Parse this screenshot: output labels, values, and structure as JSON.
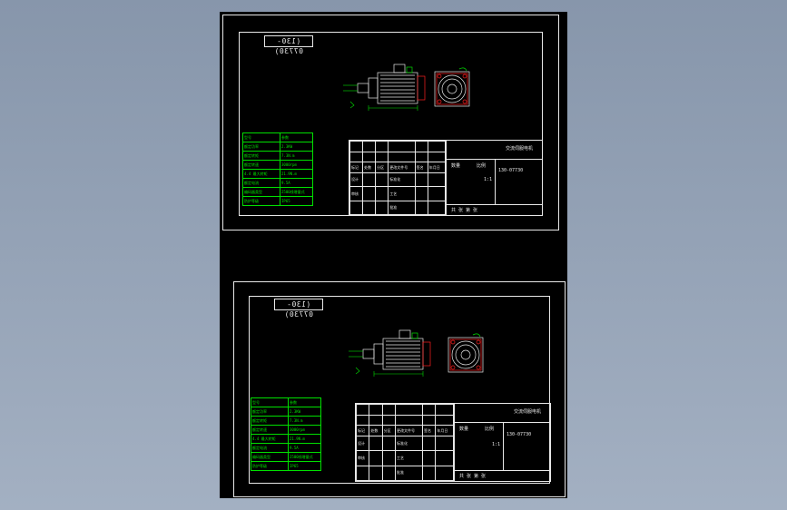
{
  "drawings": [
    {
      "title": "(130-07730)",
      "spec": [
        {
          "k": "型号",
          "v": "参数"
        },
        {
          "k": "额定功率",
          "v": "2.3KW"
        },
        {
          "k": "额定转矩",
          "v": "7.3N.m"
        },
        {
          "k": "额定转速",
          "v": "3000rpm"
        },
        {
          "k": "4.4 最大转矩",
          "v": "21.9N.m"
        },
        {
          "k": "额定电流",
          "v": "9.5A"
        },
        {
          "k": "编码器类型",
          "v": "2500线增量式"
        },
        {
          "k": "防护等级",
          "v": "IP65"
        }
      ],
      "tb": {
        "name": "交流伺服电机",
        "code": "130-07730",
        "count_label": "数量",
        "ratio_label": "比例",
        "ratio": "1:1",
        "heading_row": [
          "标记",
          "处数",
          "分区",
          "更改文件号",
          "签名",
          "年月日"
        ],
        "row_design": [
          "设计",
          "标准化"
        ],
        "row_check": "审核",
        "row_process": "工艺",
        "row_approve": "批准",
        "sheet_note": "共 张 第 张"
      }
    },
    {
      "title": "(130-07730)",
      "spec": [
        {
          "k": "型号",
          "v": "参数"
        },
        {
          "k": "额定功率",
          "v": "2.3KW"
        },
        {
          "k": "额定转矩",
          "v": "7.3N.m"
        },
        {
          "k": "额定转速",
          "v": "3000rpm"
        },
        {
          "k": "4.4 最大转矩",
          "v": "21.9N.m"
        },
        {
          "k": "额定电流",
          "v": "9.5A"
        },
        {
          "k": "编码器类型",
          "v": "2500线增量式"
        },
        {
          "k": "防护等级",
          "v": "IP65"
        }
      ],
      "tb": {
        "name": "交流伺服电机",
        "code": "130-07730",
        "count_label": "数量",
        "ratio_label": "比例",
        "ratio": "1:1",
        "heading_row": [
          "标记",
          "处数",
          "分区",
          "更改文件号",
          "签名",
          "年月日"
        ],
        "row_design": [
          "设计",
          "标准化"
        ],
        "row_check": "审核",
        "row_process": "工艺",
        "row_approve": "批准",
        "sheet_note": "共 张 第 张"
      }
    }
  ],
  "colors": {
    "background": "#8796ab",
    "canvas": "#000000",
    "line_white": "#e8e8e8",
    "line_green": "#00e000",
    "line_red": "#ff2020"
  }
}
